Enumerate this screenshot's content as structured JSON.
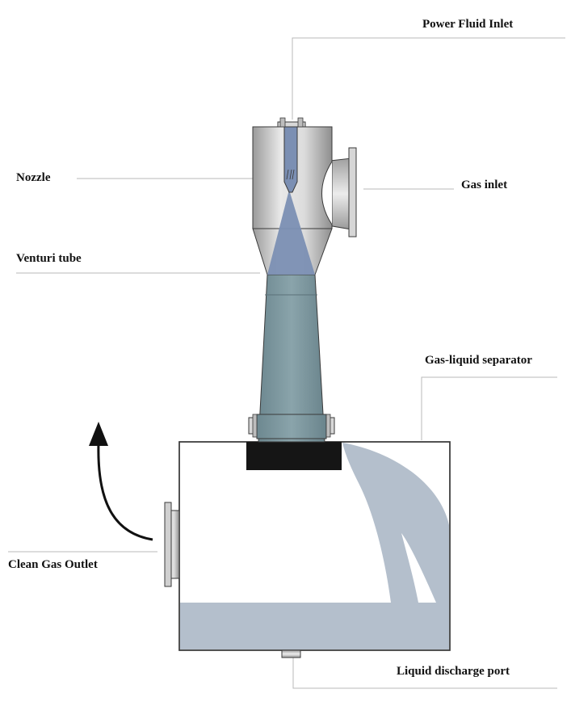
{
  "labels": {
    "power_fluid_inlet": "Power Fluid Inlet",
    "nozzle": "Nozzle",
    "gas_inlet": "Gas inlet",
    "venturi_tube": "Venturi tube",
    "gas_liquid_separator": "Gas-liquid separator",
    "clean_gas_outlet": "Clean Gas Outlet",
    "liquid_discharge_port": "Liquid discharge port"
  },
  "colors": {
    "venturi_body": "#7f9aa2",
    "liquid": "#b4bfcc",
    "jet": "#7b8fb3",
    "steel": "#d9d9d9",
    "outline": "#3a3a3a",
    "seal_block": "#151515"
  }
}
